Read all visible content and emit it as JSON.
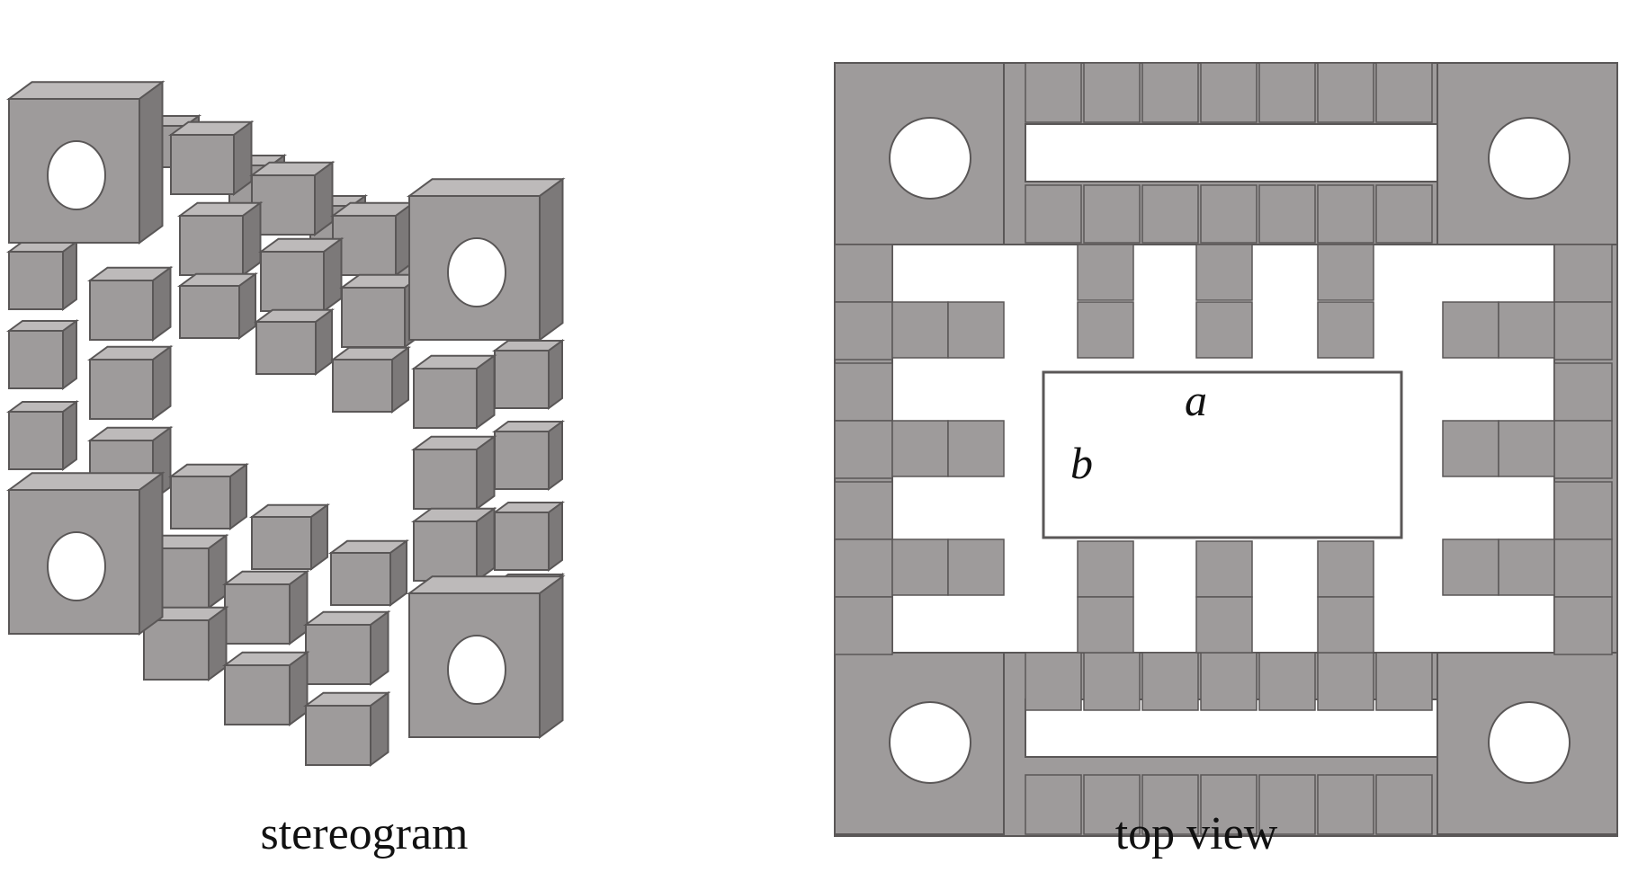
{
  "captions": {
    "left": "stereogram",
    "right": "top view"
  },
  "labels": {
    "a": "a",
    "b": "b"
  },
  "colors": {
    "block_fill": "#9e9b9b",
    "block_top": "#bdbaba",
    "block_side": "#7c7979",
    "block_stroke": "#5a5757",
    "background": "#ffffff",
    "hole_fill": "#ffffff"
  }
}
